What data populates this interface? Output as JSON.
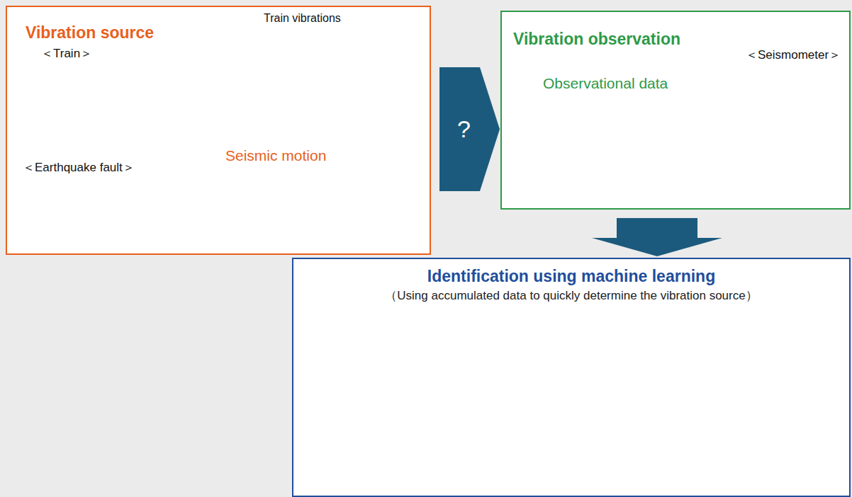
{
  "diagram": {
    "nodes": [
      {
        "text": [
          "Vibration source"
        ]
      },
      {
        "text": [
          "Vibration observation"
        ]
      },
      {
        "text": [
          "Identification using machine learning",
          "（Using accumulated data to quickly determine the vibration source）"
        ]
      }
    ],
    "edges": [
      {
        "from": 0,
        "to": 1,
        "arrow": "to",
        "label": "?"
      },
      {
        "from": 1,
        "to": 2,
        "arrow": "to"
      }
    ],
    "labels": [
      "Train vibrations",
      "＜Train＞",
      "＜Earthquake fault＞",
      "Seismic motion",
      "＜Seismometer＞",
      "Observational data"
    ]
  }
}
